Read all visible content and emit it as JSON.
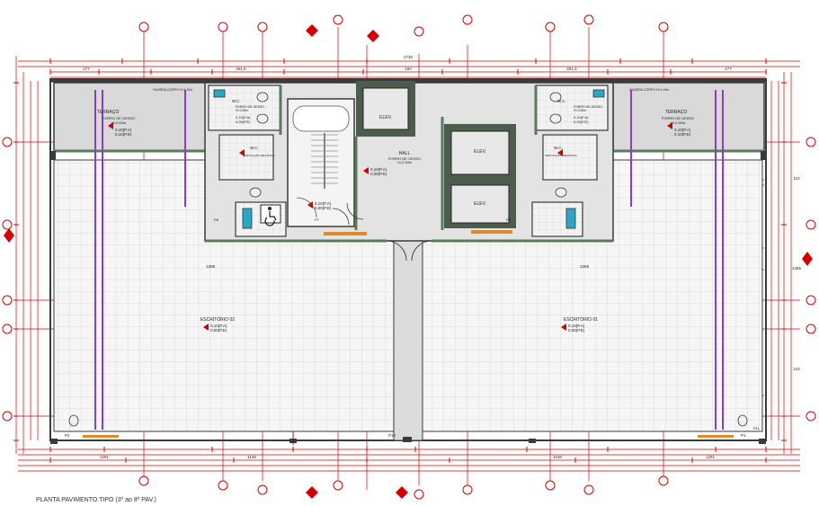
{
  "caption": "PLANTA PAVIMENTO TIPO (3º ao 8º PAV.)",
  "rooms": {
    "terrace_left": {
      "name": "TERRAÇO",
      "ceiling": "FORRO DE GESSO",
      "height": "H=2,50m",
      "level1": "0,10(P.A)",
      "level2": "0,10(P.E)"
    },
    "terrace_right": {
      "name": "TERRAÇO",
      "ceiling": "FORRO DE GESSO",
      "height": "H=2,50m",
      "level1": "0,10(P.A)",
      "level2": "0,10(P.E)"
    },
    "office_left": {
      "name": "ESCRITÓRIO 02",
      "level1": "0,10(P.A)",
      "level2": "0,00(P.E)"
    },
    "office_right": {
      "name": "ESCRITÓRIO 01",
      "level1": "0,10(P.A)",
      "level2": "0,00(P.E)"
    },
    "hall": {
      "name": "HALL",
      "ceiling": "FORRO DE GESSO",
      "height": "H=2,50m",
      "level1": "0,10(P.A)",
      "level2": "0,00(P.E)"
    },
    "stair_level": {
      "level1": "0,10(P.A)",
      "level2": "0,00(P.E)"
    },
    "wc_left": {
      "name": "W.C.",
      "ceiling": "FORRO DE GESSO",
      "height": "H=2,50m",
      "level1": "0,10(P.A)",
      "level2": "0,00(P.E)"
    },
    "wc_right": {
      "name": "W.C.",
      "ceiling": "FORRO DE GESSO",
      "height": "H=2,50m",
      "level1": "0,10(P.A)",
      "level2": "0,00(P.E)"
    },
    "wc_acc_left": {
      "name": "W.C.",
      "note": "VENTILAÇÃO MECÂNICA"
    },
    "wc_acc_right": {
      "name": "W.C.",
      "note": "VENTILAÇÃO MECÂNICA"
    },
    "elevators": [
      "ELEV.",
      "ELEV.",
      "ELEV."
    ]
  },
  "annotations": {
    "guard_left": "GUARDA-CORPO H=1,10m",
    "guard_right": "GUARDA-CORPO H=1,10m",
    "pillars": [
      "P1",
      "P2",
      "P6",
      "P7",
      "P8",
      "P10",
      "P11"
    ]
  },
  "dimensions": {
    "total_top": "2730",
    "office_width_left": "1268",
    "office_width_right": "1268",
    "row_a": [
      "277",
      "261,5",
      "150",
      "261,5",
      "277"
    ],
    "bottom_a": [
      "1291",
      "1148",
      "1148",
      "1291"
    ],
    "side_right": [
      "1365",
      "110",
      "110"
    ]
  },
  "colors": {
    "wall": "#3a3a3a",
    "dim": "#d40000",
    "grid": "#bfbfbf",
    "fill": "#e3e3e3",
    "pipe": "#8a3fc0",
    "green": "#5a7a5a"
  }
}
